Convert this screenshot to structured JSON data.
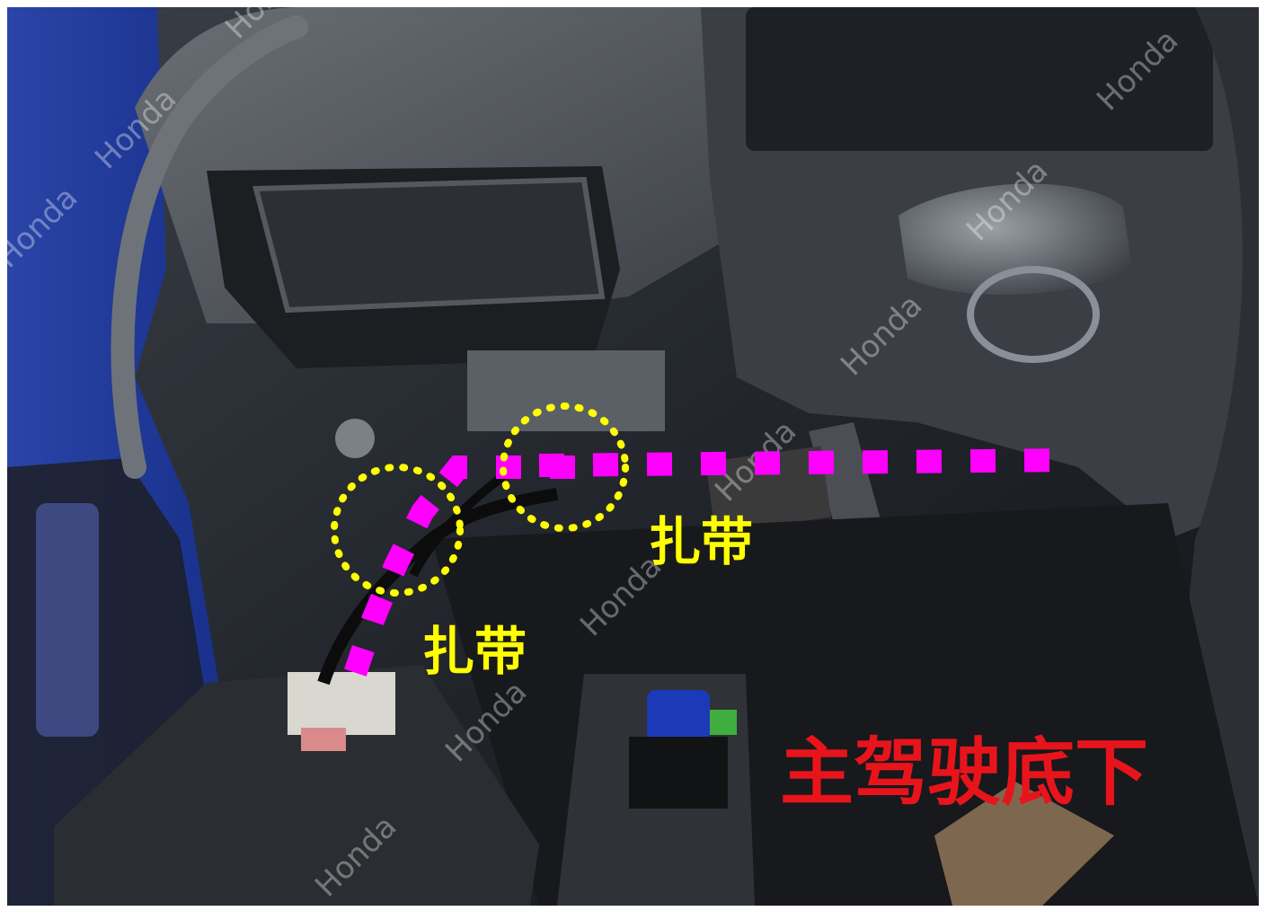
{
  "labels": {
    "tie_1": "扎带",
    "tie_2": "扎带",
    "location": "主驾驶底下"
  },
  "watermark": "Honda",
  "colors": {
    "route": "#ff00ff",
    "highlight": "#ffff00",
    "tie_text": "#ffff00",
    "location_text": "#e8141c"
  }
}
